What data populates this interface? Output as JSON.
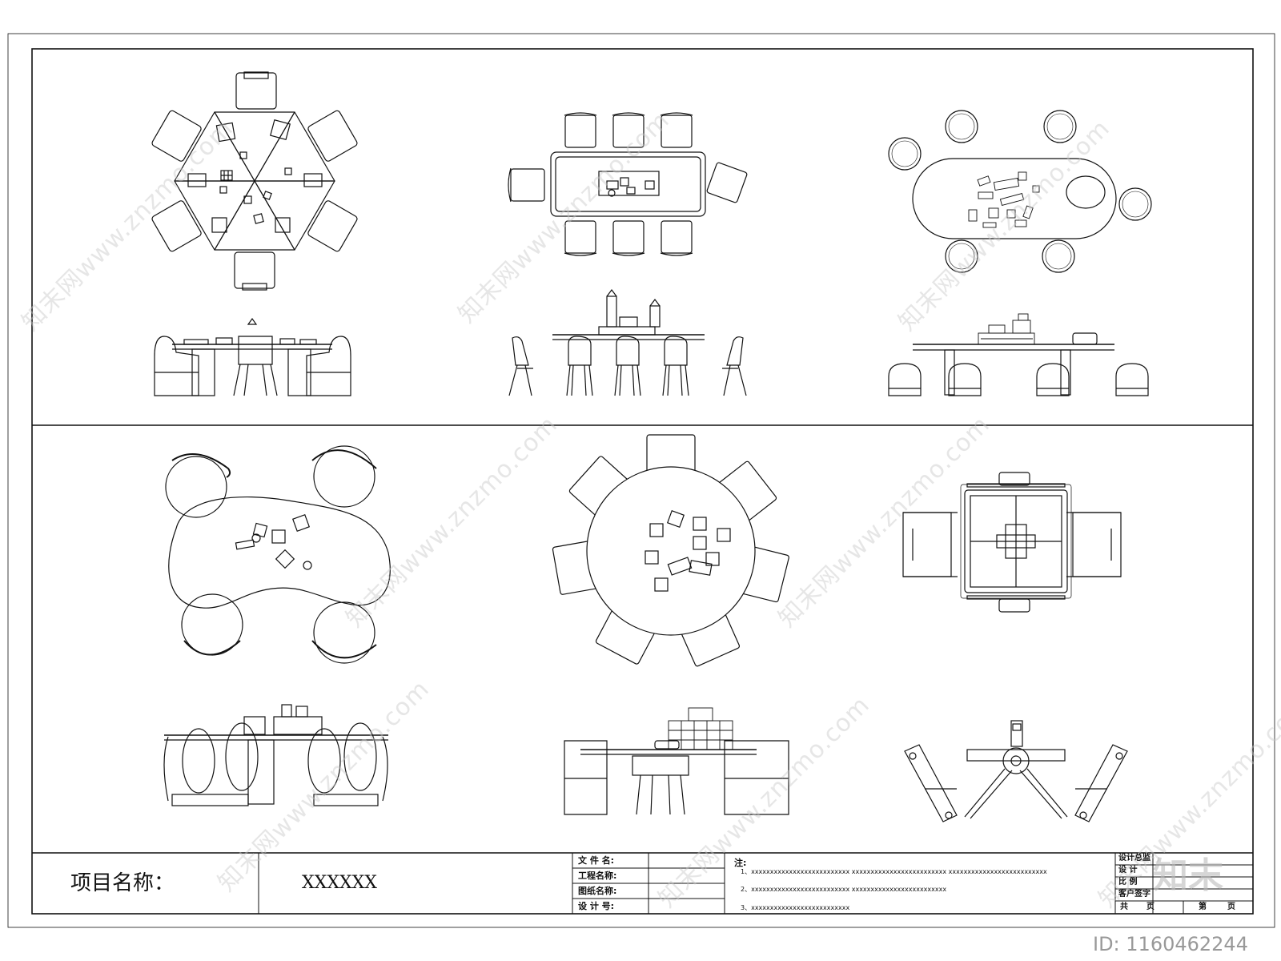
{
  "title_block": {
    "project_label": "项目名称：",
    "project_value": "XXXXXX",
    "fields": [
      "文 件 名:",
      "工程名称:",
      "图纸名称:",
      "设 计 号:"
    ],
    "notes_label": "注:",
    "notes": [
      "1、xxxxxxxxxxxxxxxxxxxxxxxxxx    xxxxxxxxxxxxxxxxxxxxxxxxx    xxxxxxxxxxxxxxxxxxxxxxxxxx",
      "2、xxxxxxxxxxxxxxxxxxxxxxxxxx    xxxxxxxxxxxxxxxxxxxxxxxxx",
      "3、xxxxxxxxxxxxxxxxxxxxxxxxxx"
    ],
    "sign_rows": [
      "设计总监",
      "设  计",
      "比  例",
      "客户签字"
    ],
    "total_label": "共",
    "page_unit": "页",
    "page_label": "第",
    "page_unit2": "页"
  },
  "watermark": {
    "text": "知末网www.znzmo.com",
    "logo": "知末",
    "id_label": "ID: 1160462244"
  }
}
